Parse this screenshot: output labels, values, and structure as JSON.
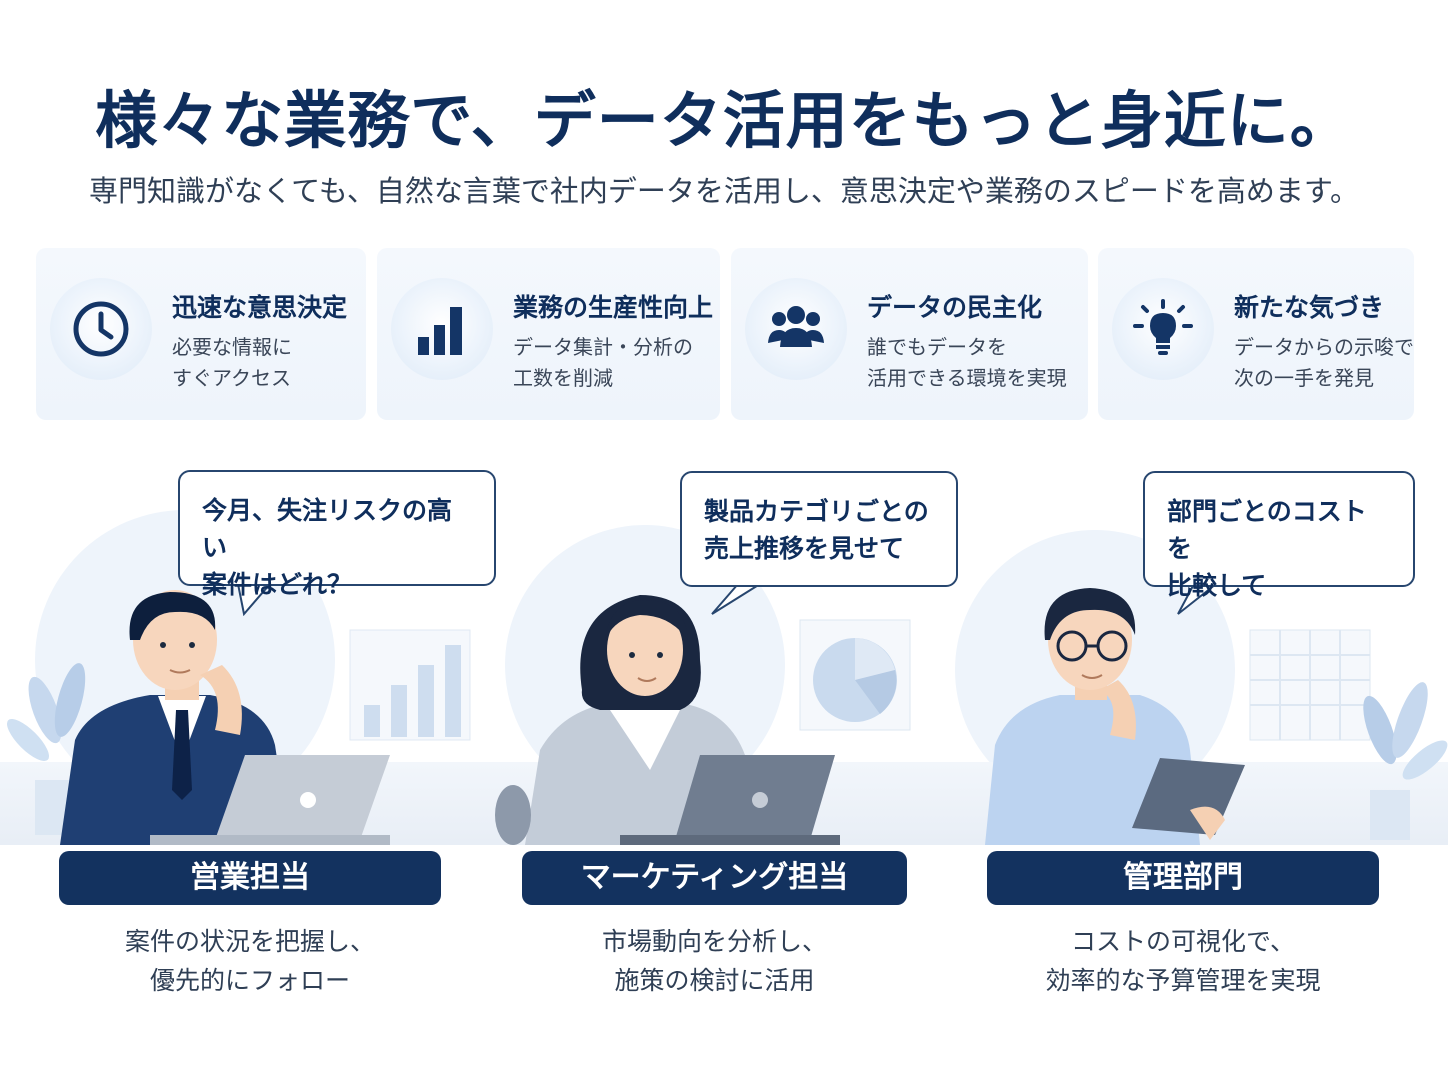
{
  "headline": "様々な業務で、データ活用をもっと身近に。",
  "subheadline": "専門知識がなくても、自然な言葉で社内データを活用し、意思決定や業務のスピードを高めます。",
  "benefits": [
    {
      "icon": "clock-icon",
      "title": "迅速な意思決定",
      "desc": "必要な情報に\nすぐアクセス"
    },
    {
      "icon": "bar-chart-icon",
      "title": "業務の生産性向上",
      "desc": "データ集計・分析の\n工数を削減"
    },
    {
      "icon": "people-icon",
      "title": "データの民主化",
      "desc": "誰でもデータを\n活用できる環境を実現"
    },
    {
      "icon": "lightbulb-icon",
      "title": "新たな気づき",
      "desc": "データからの示唆で\n次の一手を発見"
    }
  ],
  "roles": [
    {
      "question": "今月、失注リスクの高い\n案件はどれ？",
      "label": "営業担当",
      "desc": "案件の状況を把握し、\n優先的にフォロー"
    },
    {
      "question": "製品カテゴリごとの\n売上推移を見せて",
      "label": "マーケティング担当",
      "desc": "市場動向を分析し、\n施策の検討に活用"
    },
    {
      "question": "部門ごとのコストを\n比較して",
      "label": "管理部門",
      "desc": "コストの可視化で、\n効率的な予算管理を実現"
    }
  ],
  "colors": {
    "navy": "#13325f",
    "accent_blue": "#1e4f8c",
    "light_bg": "#eef4fb"
  }
}
